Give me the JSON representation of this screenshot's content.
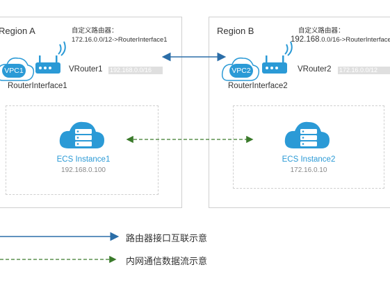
{
  "regions": [
    {
      "label": "Region A",
      "route_title": "自定义路由器：",
      "route_entry": "172.16.0.0/12->RouterInterface1",
      "vpc": "VPC1",
      "vrouter": "VRouter1",
      "cidr": "192.168.0.0/16",
      "router_interface": "RouterInterface1",
      "ecs_name": "ECS Instance1",
      "ecs_ip": "192.168.0.100"
    },
    {
      "label": "Region B",
      "route_title": "自定义路由器：",
      "route_entry_prefix": "192.168",
      "route_entry_rest": ".0.0/16->RouterInterface",
      "vpc": "VPC2",
      "vrouter": "VRouter2",
      "cidr": "172.16.0.0/12",
      "router_interface": "RouterInterface2",
      "ecs_name": "ECS Instance2",
      "ecs_ip": "172.16.0.10"
    }
  ],
  "legend": [
    {
      "text": "路由器接口互联示意",
      "line_style": "solid",
      "color": "#2b6ea8"
    },
    {
      "text": "内网通信数据流示意",
      "line_style": "dashed",
      "color": "#3a7a2a"
    }
  ],
  "colors": {
    "accent": "#2b9ad6",
    "link_solid": "#2b6ea8",
    "link_dashed": "#3a7a2a"
  }
}
